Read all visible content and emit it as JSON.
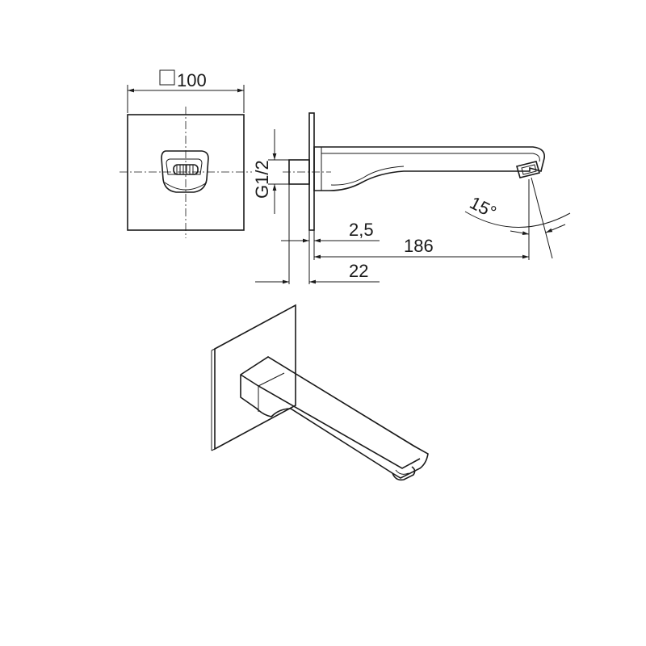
{
  "drawing": {
    "square_symbol": "□",
    "plate_size": "100",
    "thread": "G1/2",
    "angle": "15°",
    "plate_thickness": "2,5",
    "spout_length": "186",
    "depth": "22"
  }
}
